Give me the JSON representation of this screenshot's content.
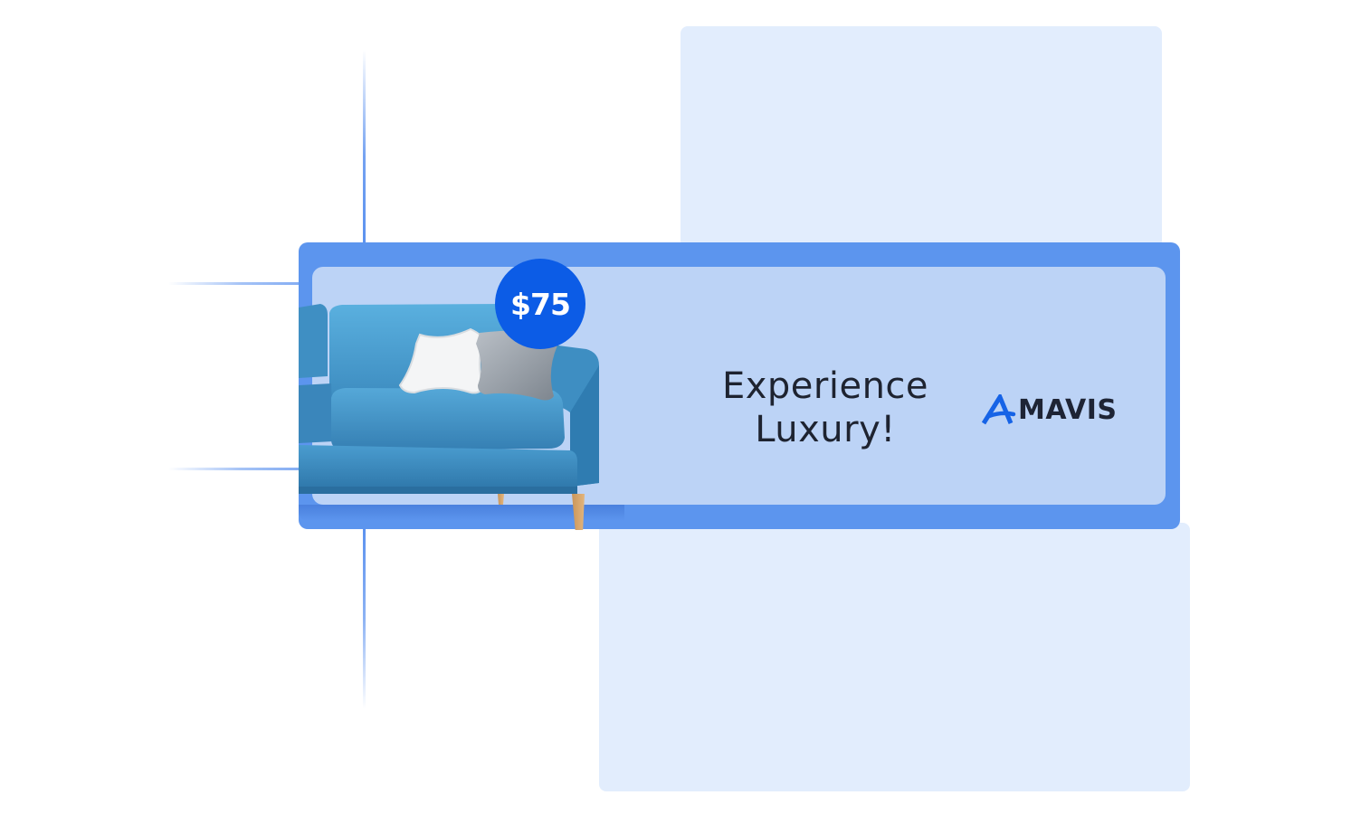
{
  "ad": {
    "price": "$75",
    "headline_line1": "Experience",
    "headline_line2": "Luxury!",
    "brand": "MAVIS"
  },
  "icons": {
    "brand_mark": "mavis-logo-icon",
    "product_image": "sofa-image"
  },
  "colors": {
    "frame": "#5c95ee",
    "banner": "#bcd3f6",
    "background_panel": "#e2edfd",
    "price_badge": "#0c5ce6",
    "text": "#1e2330",
    "brand_accent": "#1663e6",
    "sofa": "#4a9fd1"
  }
}
